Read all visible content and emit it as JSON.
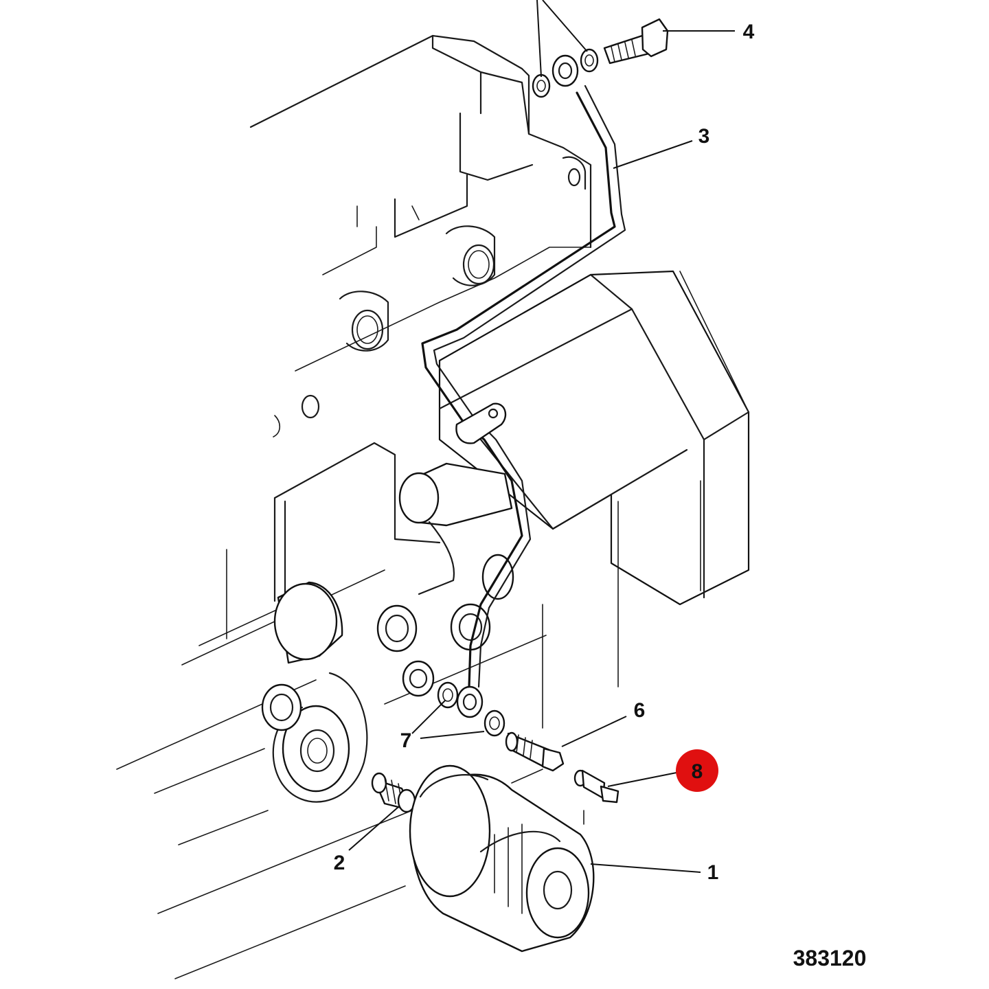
{
  "drawing_number": "383120",
  "highlight_color": "#e01010",
  "callouts": [
    {
      "id": "1",
      "label": "1",
      "highlighted": false
    },
    {
      "id": "2",
      "label": "2",
      "highlighted": false
    },
    {
      "id": "3",
      "label": "3",
      "highlighted": false
    },
    {
      "id": "4",
      "label": "4",
      "highlighted": false
    },
    {
      "id": "6",
      "label": "6",
      "highlighted": false
    },
    {
      "id": "7",
      "label": "7",
      "highlighted": false
    },
    {
      "id": "8",
      "label": "8",
      "highlighted": true
    }
  ]
}
